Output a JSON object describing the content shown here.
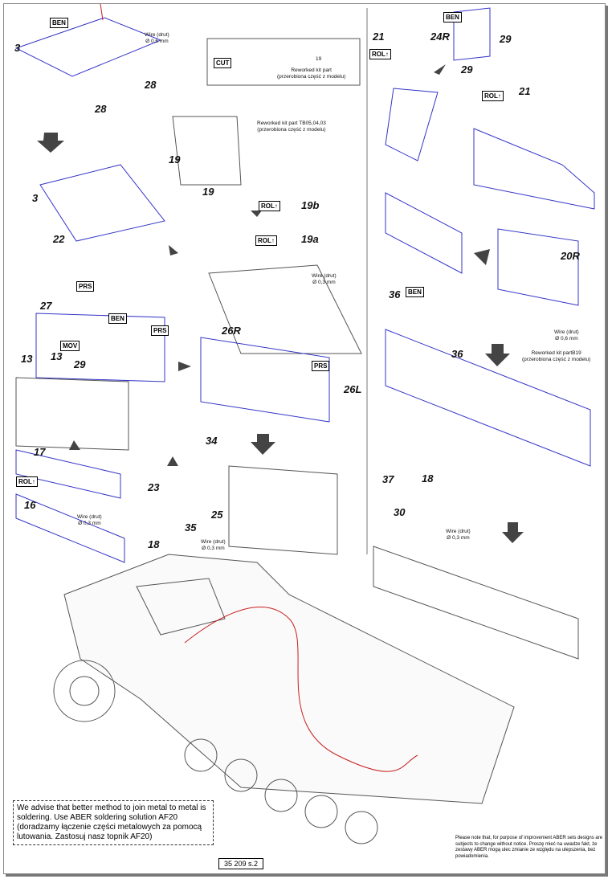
{
  "tags": {
    "ben": "BEN",
    "prs": "PRS",
    "rol": "ROL↑",
    "mov": "MOV",
    "cut": "CUT"
  },
  "wire": {
    "w06": "Wire (drut)\nØ 0,6 mm",
    "w03": "Wire (drut)\nØ 0,3 mm"
  },
  "reworked": {
    "kit": "Reworked kit part\n(przerobiona część z modelu)",
    "tb": "Reworked kit part TB05,04,03\n(przerobiona część z modelu)",
    "b19": "Reworked kit partB19\n(przerobiona część z modelu)",
    "num19": "19"
  },
  "parts": [
    "3",
    "28",
    "28",
    "19",
    "19",
    "3",
    "22",
    "19b",
    "19a",
    "27",
    "13",
    "13",
    "29",
    "26R",
    "26L",
    "34",
    "17",
    "16",
    "23",
    "25",
    "35",
    "18",
    "21",
    "24R",
    "29",
    "29",
    "21",
    "20R",
    "36",
    "36",
    "37",
    "18",
    "30"
  ],
  "note": "We advise that better method to join metal to metal is soldering. Use ABER soldering solution AF20 (doradzamy łączenie części metalowych za pomocą lutowania. Zastosuj nasz topnik AF20)",
  "disclaimer": "Please note that, for purpose of improvement ABER sets designs are subjects to change without notice. Proszę mieć na uwadze fakt, że zestawy ABER mogą ulec zmianie ze względu na ulepszenia, bez powiadomienia.",
  "page_number": "35 209 s.2",
  "colors": {
    "part": "#3535c8",
    "wire": "#c81e1e",
    "arrow": "#444444"
  }
}
